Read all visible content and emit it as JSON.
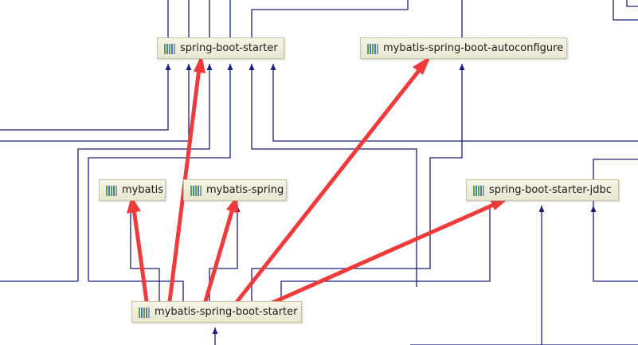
{
  "nodes": {
    "spring_boot_starter": {
      "label": "spring-boot-starter",
      "icon": "maven-library-icon"
    },
    "mybatis_spring_boot_autoconfigure": {
      "label": "mybatis-spring-boot-autoconfigure",
      "icon": "maven-library-icon"
    },
    "mybatis": {
      "label": "mybatis",
      "icon": "maven-library-icon"
    },
    "mybatis_spring": {
      "label": "mybatis-spring",
      "icon": "maven-library-icon"
    },
    "spring_boot_starter_jdbc": {
      "label": "spring-boot-starter-jdbc",
      "icon": "maven-library-icon"
    },
    "mybatis_spring_boot_starter": {
      "label": "mybatis-spring-boot-starter",
      "icon": "maven-library-icon"
    }
  },
  "colors": {
    "edge": "#1c1f7a",
    "highlight_arrow": "#ef3b3b",
    "node_fill": "#efeddb",
    "node_border": "#c6c3a6",
    "icon_bars": [
      "#6a9b3c",
      "#3d7fc4",
      "#6a9b3c",
      "#3d7fc4",
      "#999999"
    ]
  }
}
